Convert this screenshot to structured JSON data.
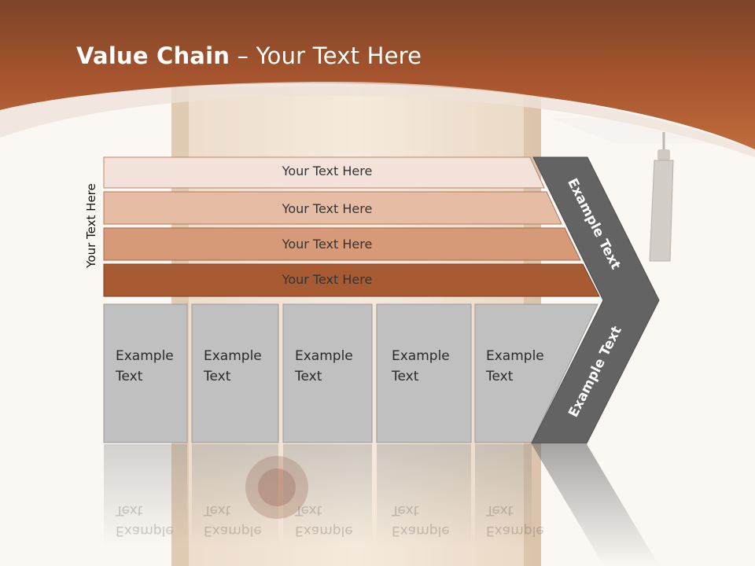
{
  "title": {
    "bold": "Value Chain",
    "rest": " – Your Text Here"
  },
  "side_label": "Your Text Here",
  "bands": [
    "Your Text Here",
    "Your Text Here",
    "Your Text Here",
    "Your Text Here"
  ],
  "boxes": [
    "Example\nText",
    "Example\nText",
    "Example\nText",
    "Example\nText",
    "Example\nText"
  ],
  "arrow_upper": "Example Text",
  "arrow_lower": "Example Text",
  "colors": {
    "header": "#a8552e",
    "band1": "#f3e2d9",
    "band2": "#e6bda4",
    "band3": "#d79a78",
    "band4": "#a85a33",
    "box": "#c0c0c0",
    "arrow": "#636363"
  }
}
